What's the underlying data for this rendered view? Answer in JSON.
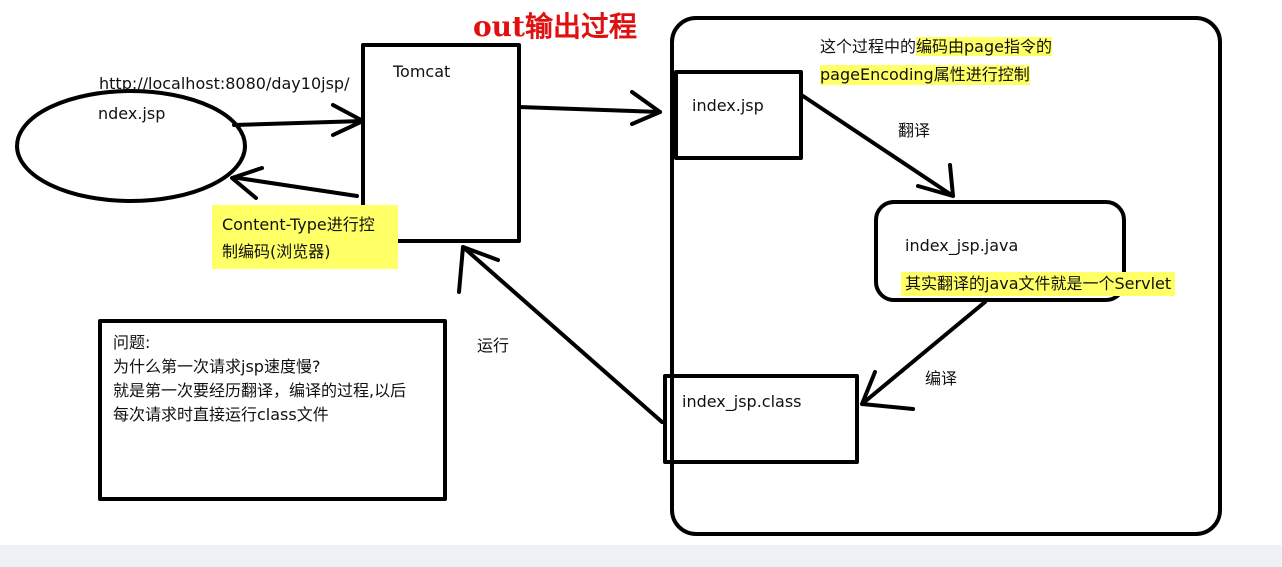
{
  "title": "out输出过程",
  "request_url": "http://localhost:8080/day10jsp/",
  "browser_file": "ndex.jsp",
  "server": "Tomcat",
  "content_type_note": [
    "Content-Type进行控",
    "制编码(浏览器)"
  ],
  "encoding_note": [
    "这个过程中的",
    "编码由page指令的",
    "pageEncoding属性进行控制"
  ],
  "jsp_file": "index.jsp",
  "translate_label": "翻译",
  "java_file": "index_jsp.java",
  "servlet_note": "其实翻译的java文件就是一个Servlet",
  "compile_label": "编译",
  "class_file": "index_jsp.class",
  "run_label": "运行",
  "question": {
    "heading": "问题:",
    "lines": [
      "为什么第一次请求jsp速度慢?",
      "就是第一次要经历翻译，编译的过程,以后",
      "每次请求时直接运行class文件"
    ]
  },
  "colors": {
    "highlight": "#ffff66",
    "title": "#e01010",
    "stroke": "#000000"
  }
}
